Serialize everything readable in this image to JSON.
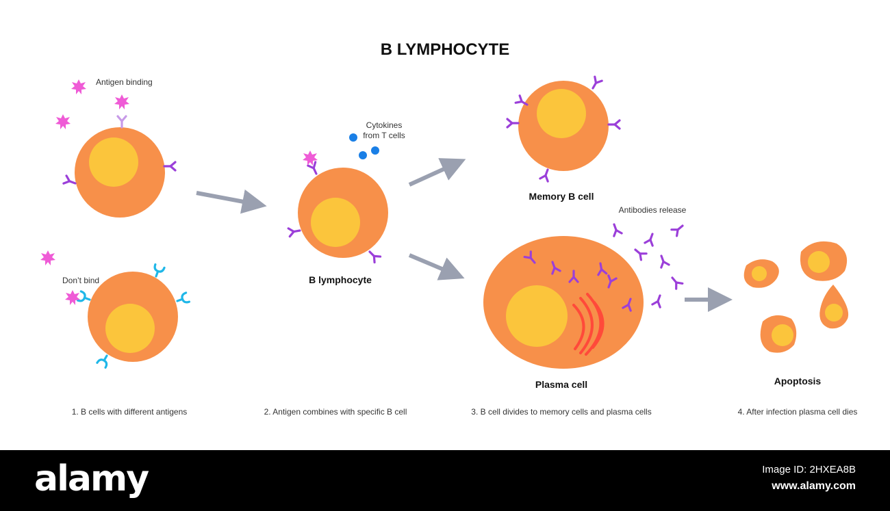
{
  "title": "B LYMPHOCYTE",
  "labels": {
    "antigen_binding": "Antigen binding",
    "dont_bind": "Don’t bind",
    "cytokines_line1": "Cytokines",
    "cytokines_line2": "from T cells",
    "b_lymphocyte": "B lymphocyte",
    "memory_b_cell": "Memory B cell",
    "antibodies_release": "Antibodies release",
    "plasma_cell": "Plasma cell",
    "apoptosis": "Apoptosis"
  },
  "steps": [
    "1. B cells with different antigens",
    "2. Antigen combines with specific B cell",
    "3. B cell divides to memory cells and plasma cells",
    "4. After infection plasma cell dies"
  ],
  "footer": {
    "logo": "alamy",
    "image_id": "Image ID: 2HXEA8B",
    "url": "www.alamy.com"
  },
  "colors": {
    "cell": "#f7904a",
    "nucleus": "#fbc53c",
    "antigen": "#ef5bd6",
    "receptor_purple": "#9b3fd9",
    "receptor_cyan": "#1fb7e8",
    "cytokine": "#1a7fe6",
    "arrow": "#9aa0b0",
    "organelle": "#ff4a3a",
    "footer_bg": "#000000"
  }
}
